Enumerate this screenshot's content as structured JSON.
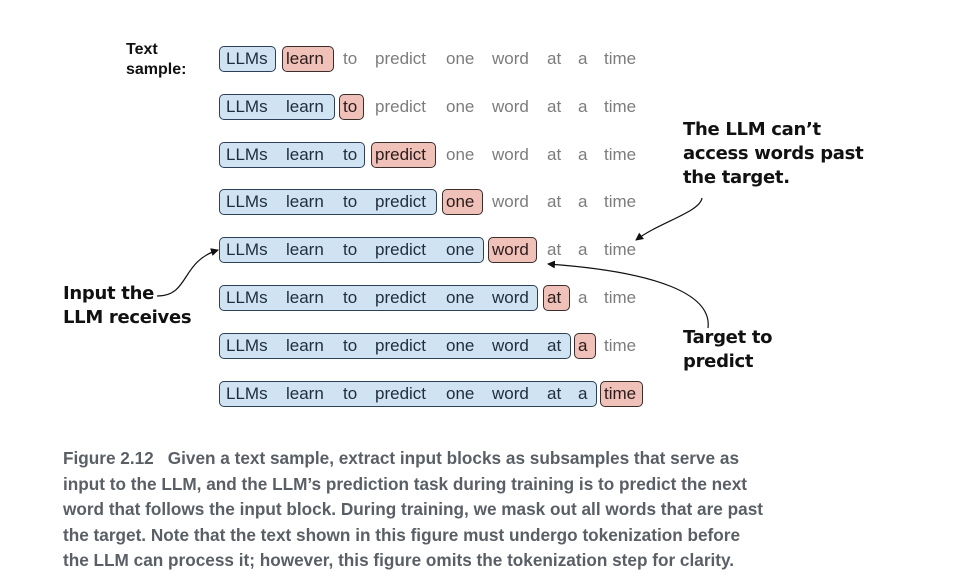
{
  "text_sample_label": [
    "Text",
    "sample:"
  ],
  "words": [
    "LLMs",
    "learn",
    "to",
    "predict",
    "one",
    "word",
    "at",
    "a",
    "time"
  ],
  "notes": {
    "past_target": [
      "The LLM can’t",
      "access words past",
      "the target."
    ],
    "input": [
      "Input the",
      "LLM receives"
    ],
    "target": [
      "Target to",
      "predict"
    ]
  },
  "caption": {
    "figure_number": "Figure 2.12",
    "lines": [
      "Given a text sample, extract input blocks as subsamples that serve as",
      "input to the LLM, and the LLM’s prediction task during training is to predict the next",
      "word that follows the input block. During training, we mask out all words that are past",
      "the target. Note that the text shown in this figure must undergo tokenization before",
      "the LLM can process it; however, this figure omits the tokenization step for clarity."
    ]
  }
}
